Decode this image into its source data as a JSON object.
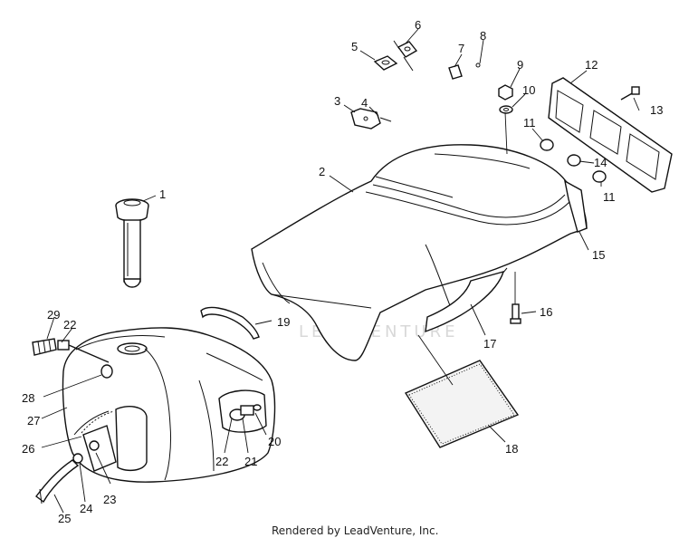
{
  "callouts": [
    "1",
    "2",
    "3",
    "4",
    "5",
    "6",
    "7",
    "8",
    "9",
    "10",
    "11",
    "11",
    "12",
    "13",
    "14",
    "15",
    "16",
    "17",
    "18",
    "19",
    "20",
    "21",
    "22",
    "22",
    "23",
    "24",
    "25",
    "26",
    "27",
    "28",
    "29"
  ],
  "footer": "Rendered by LeadVenture, Inc.",
  "watermark": "LEADVENTURE"
}
